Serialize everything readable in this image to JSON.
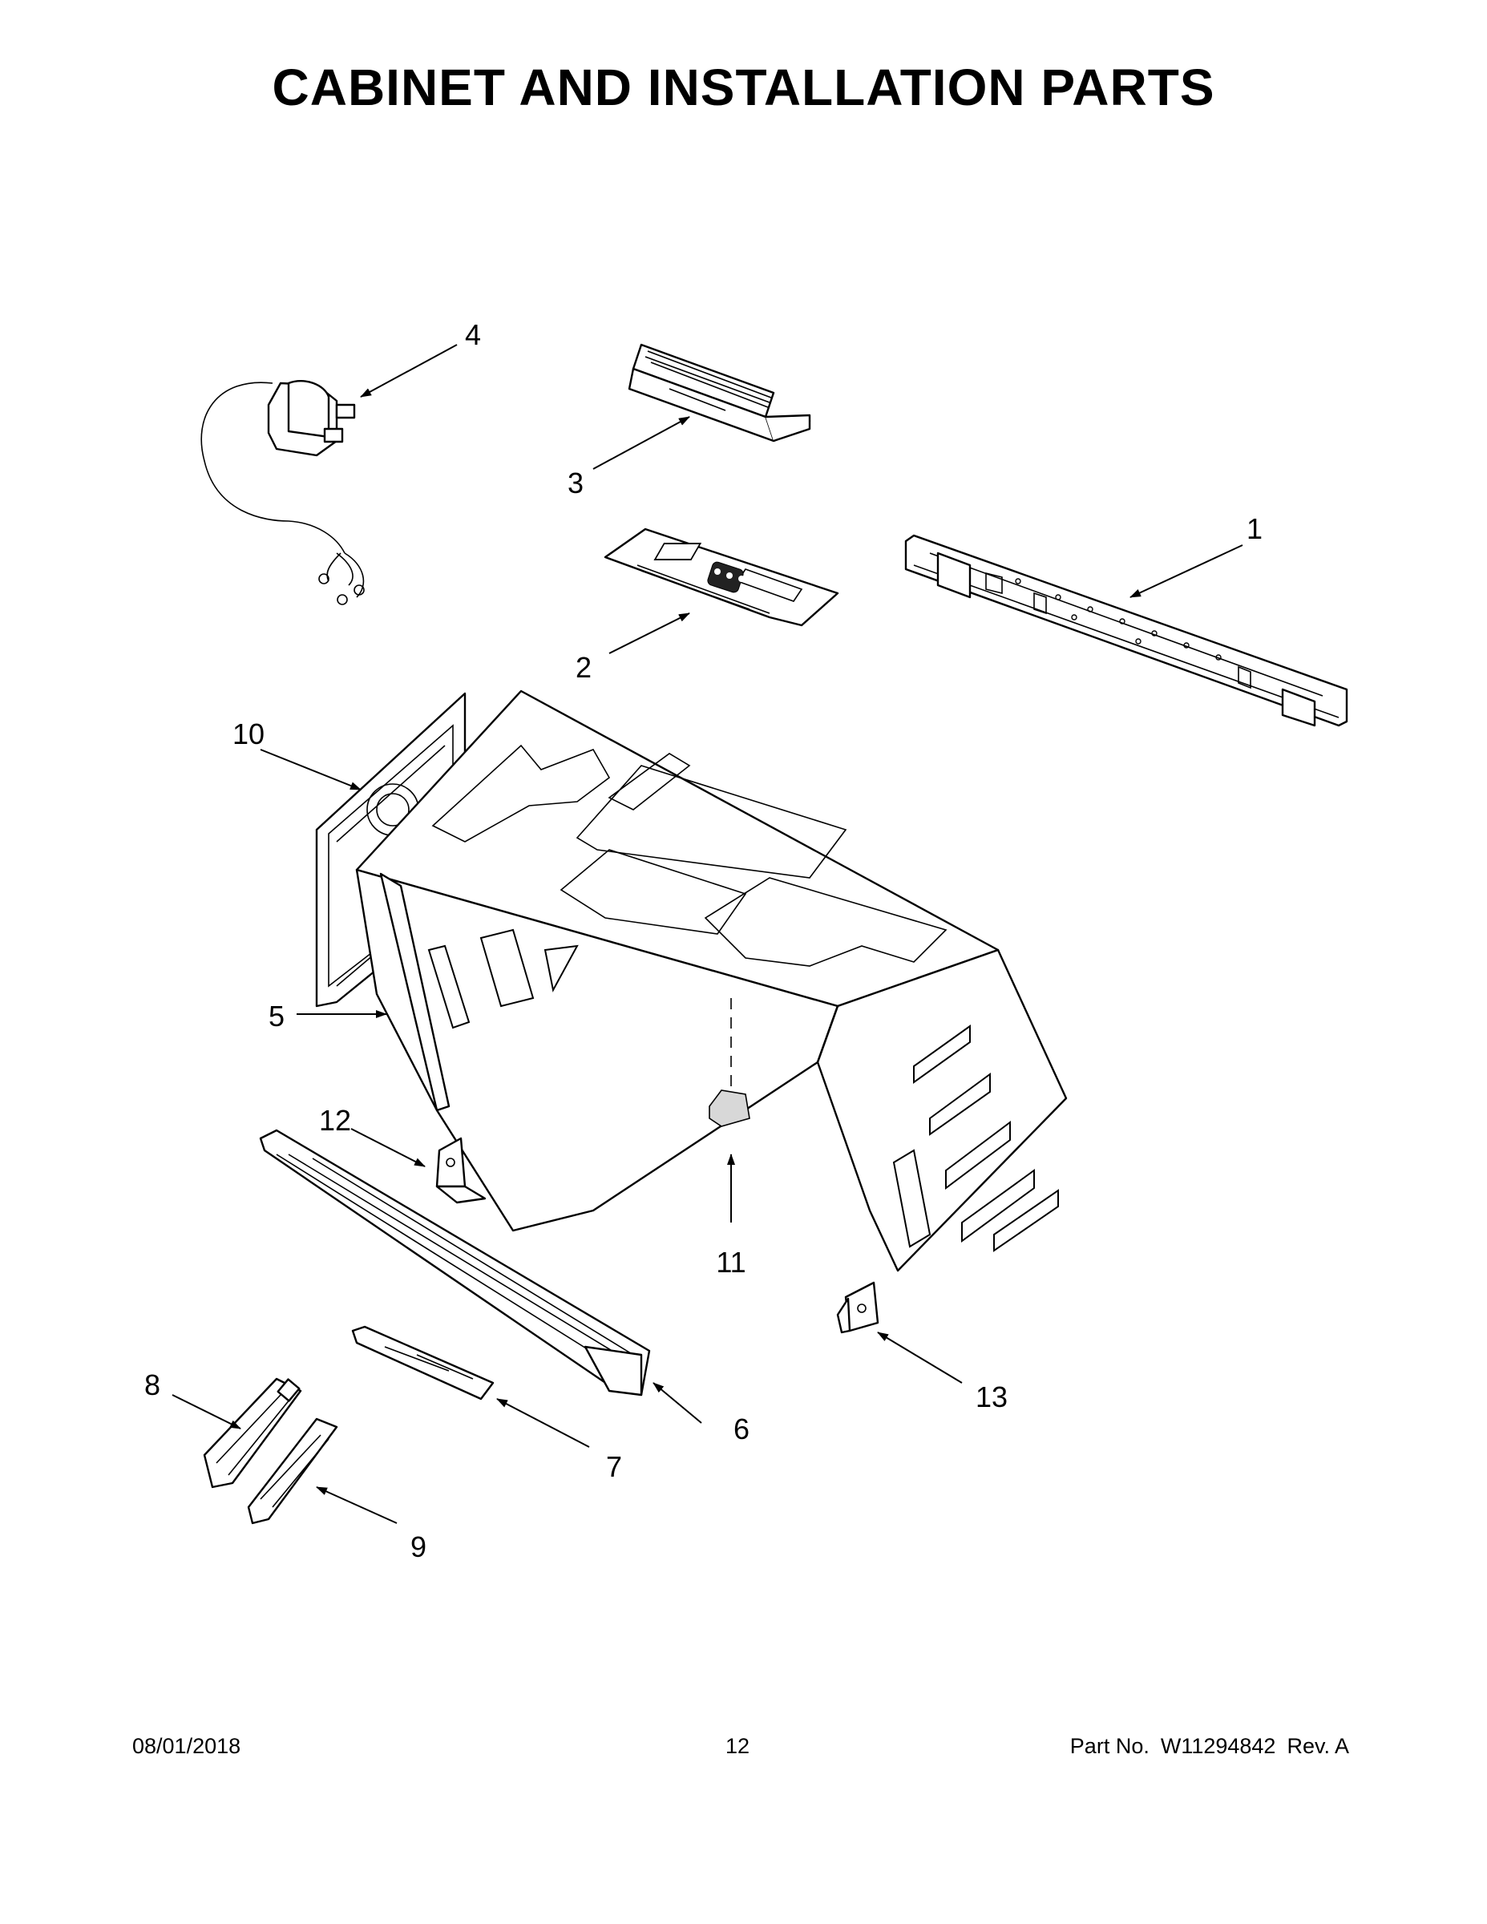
{
  "page": {
    "title": "CABINET AND INSTALLATION PARTS"
  },
  "callouts": [
    {
      "id": "1",
      "label": "1"
    },
    {
      "id": "2",
      "label": "2"
    },
    {
      "id": "3",
      "label": "3"
    },
    {
      "id": "4",
      "label": "4"
    },
    {
      "id": "5",
      "label": "5"
    },
    {
      "id": "6",
      "label": "6"
    },
    {
      "id": "7",
      "label": "7"
    },
    {
      "id": "8",
      "label": "8"
    },
    {
      "id": "9",
      "label": "9"
    },
    {
      "id": "10",
      "label": "10"
    },
    {
      "id": "11",
      "label": "11"
    },
    {
      "id": "12",
      "label": "12"
    },
    {
      "id": "13",
      "label": "13"
    }
  ],
  "footer": {
    "date": "08/01/2018",
    "page_number": "12",
    "part_label": "Part No.",
    "part_number": "W11294842",
    "revision": "Rev. A"
  }
}
